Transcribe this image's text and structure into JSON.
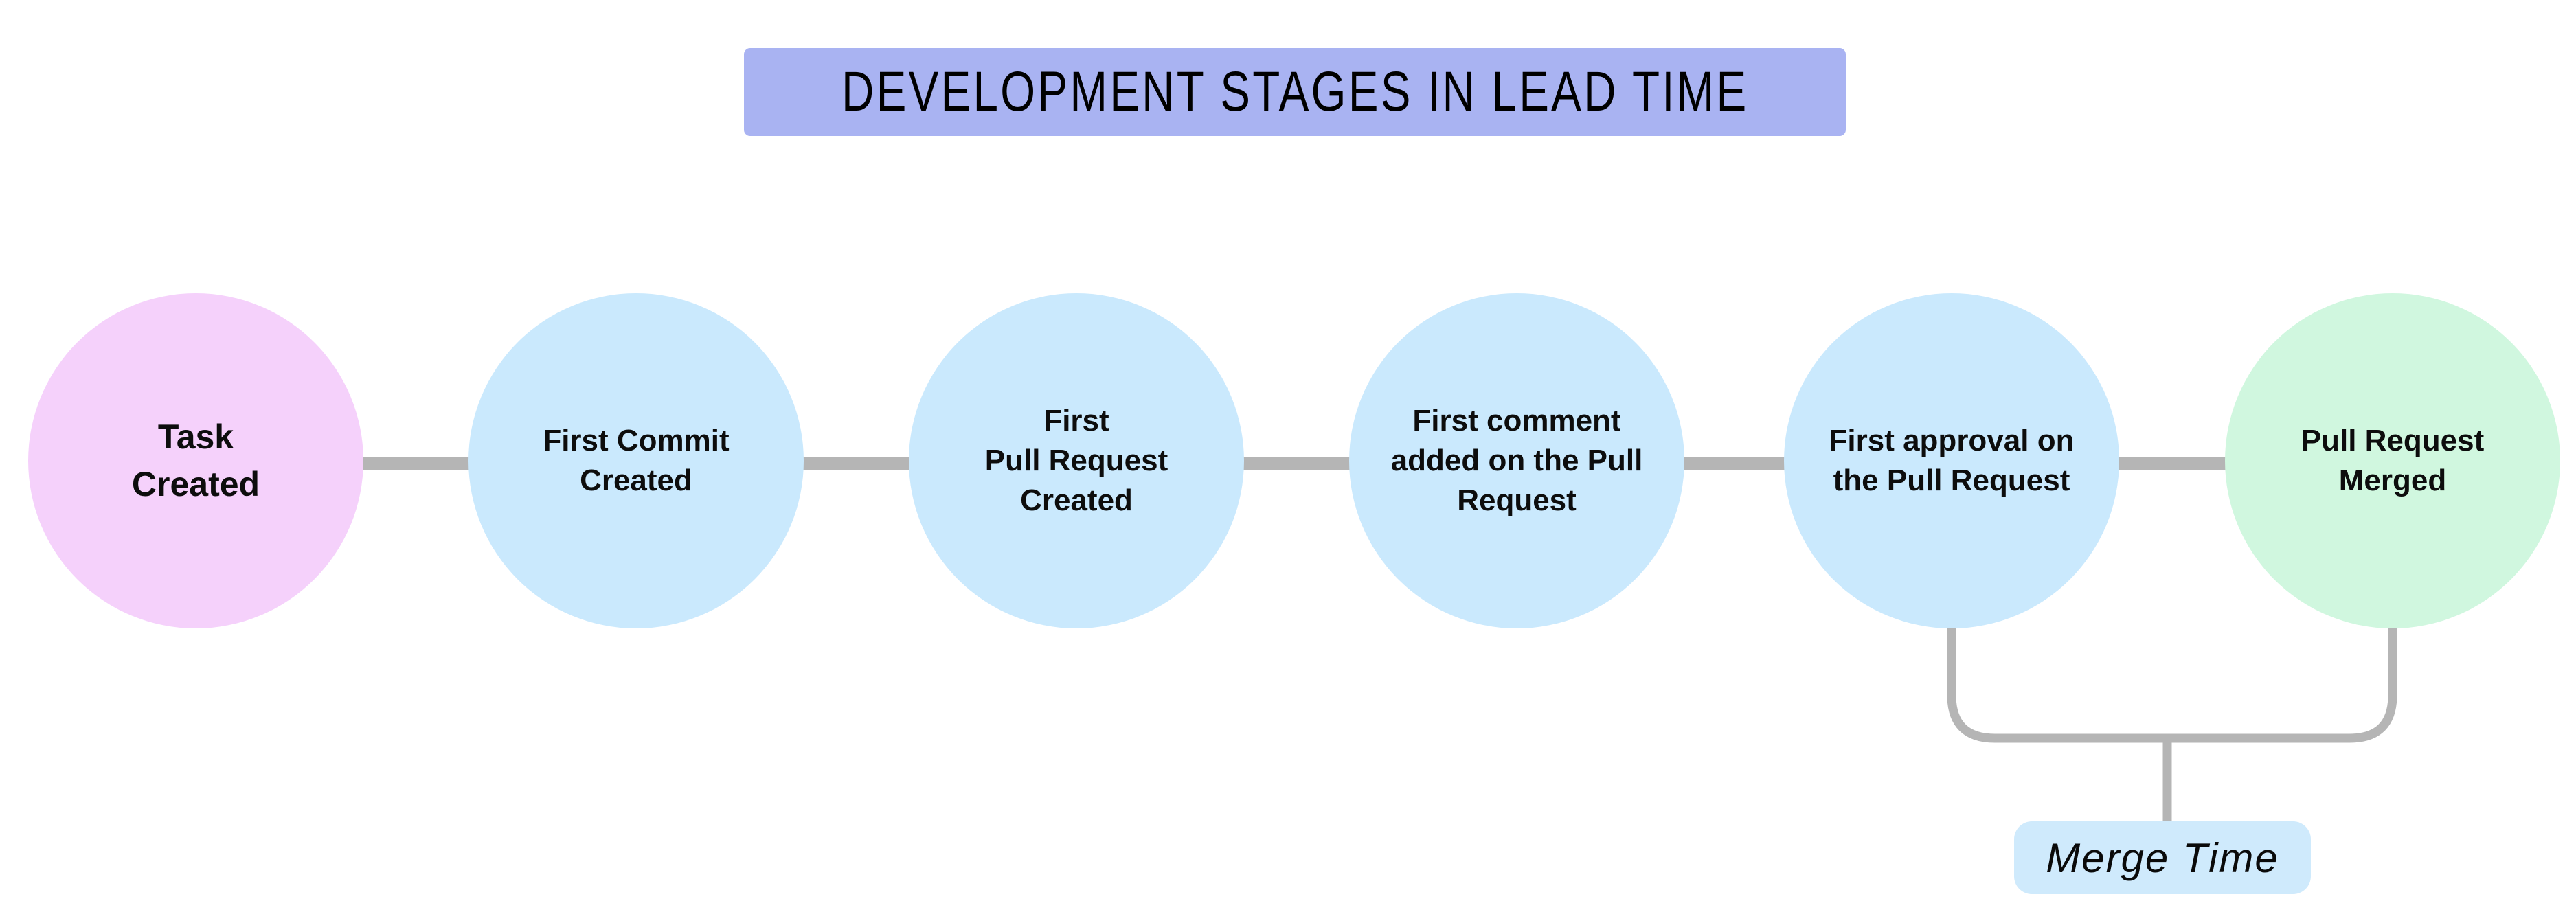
{
  "title": {
    "text": "DEVELOPMENT STAGES IN LEAD TIME"
  },
  "colors": {
    "title_bg": "#a9b3f2",
    "stage_pink": "#f5d1fb",
    "stage_blue": "#cae9fd",
    "stage_green": "#d0f7df",
    "connector": "#b5b5b5",
    "annotation_bg": "#cfeafc",
    "text": "#0d0d0d"
  },
  "stages": [
    {
      "id": "task-created",
      "lines": [
        "Task",
        "Created"
      ],
      "color": "#f5d1fb"
    },
    {
      "id": "first-commit-created",
      "lines": [
        "First Commit",
        "Created"
      ],
      "color": "#cae9fd"
    },
    {
      "id": "first-pull-request-created",
      "lines": [
        "First",
        "Pull Request",
        "Created"
      ],
      "color": "#cae9fd"
    },
    {
      "id": "first-comment-added",
      "lines": [
        "First comment",
        "added on the Pull",
        "Request"
      ],
      "color": "#cae9fd"
    },
    {
      "id": "first-approval",
      "lines": [
        "First approval on",
        "the Pull Request"
      ],
      "color": "#cae9fd"
    },
    {
      "id": "pull-request-merged",
      "lines": [
        "Pull Request",
        "Merged"
      ],
      "color": "#d0f7df"
    }
  ],
  "annotation": {
    "label": "Merge Time",
    "from_stage": "first-approval",
    "to_stage": "pull-request-merged"
  }
}
